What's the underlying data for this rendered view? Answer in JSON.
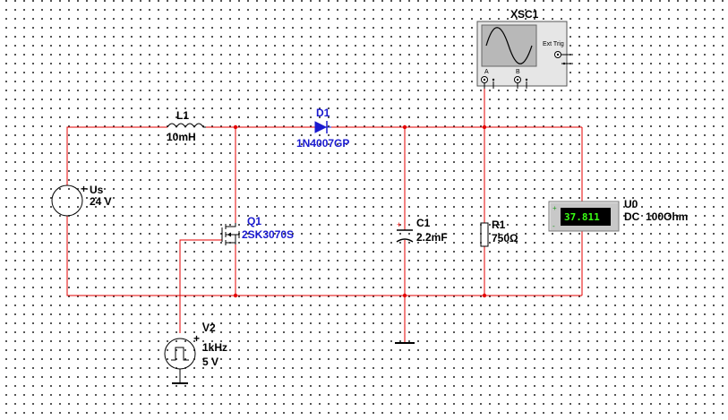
{
  "components": {
    "source_us": {
      "name": "Us",
      "value": "24 V"
    },
    "inductor_l1": {
      "name": "L1",
      "value": "10mH"
    },
    "diode_d1": {
      "name": "D1",
      "model": "1N4007GP"
    },
    "mosfet_q1": {
      "name": "Q1",
      "model": "2SK3070S"
    },
    "capacitor_c1": {
      "name": "C1",
      "value": "2.2mF"
    },
    "resistor_r1": {
      "name": "R1",
      "value": "750Ω"
    },
    "source_v2": {
      "name": "V2",
      "freq": "1kHz",
      "amplitude": "5 V"
    },
    "voltmeter_u0": {
      "name": "U0",
      "mode": "DC",
      "resistance": "100Ohm",
      "reading": "37.811"
    },
    "oscilloscope": {
      "name": "XSC1",
      "ext_trig": "Ext Trig",
      "channel_a": "A",
      "channel_b": "B"
    }
  },
  "colors": {
    "wire": "#e60000",
    "component_blue": "#1a1ad0",
    "meter_screen": "#000000",
    "meter_digits": "#39ff14"
  }
}
